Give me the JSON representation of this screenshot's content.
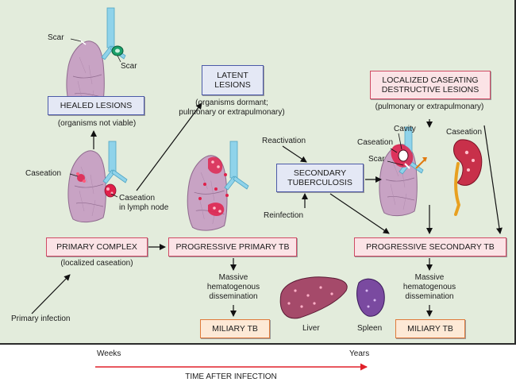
{
  "colors": {
    "panel_bg": "#e3ecdc",
    "lung": "#c8a3c4",
    "lung_lesion": "#e0204a",
    "trachea": "#8fd3ea",
    "liver": "#a54a6a",
    "spleen": "#7a4aa0",
    "kidney": "#c8304a",
    "time_arrow": "#e0202a",
    "pink_box_border": "#d04a64",
    "blue_box_border": "#4c5aa8"
  },
  "boxes": {
    "healed_lesions": "HEALED LESIONS",
    "latent_lesions": "LATENT\nLESIONS",
    "localized_caseating": "LOCALIZED CASEATING\nDESTRUCTIVE LESIONS",
    "secondary_tb": "SECONDARY\nTUBERCULOSIS",
    "primary_complex": "PRIMARY COMPLEX",
    "progressive_primary": "PROGRESSIVE PRIMARY TB",
    "progressive_secondary": "PROGRESSIVE SECONDARY TB",
    "miliary_left": "MILIARY TB",
    "miliary_right": "MILIARY TB"
  },
  "labels": {
    "scar_top": "Scar",
    "scar_node": "Scar",
    "organisms_not_viable": "(organisms not viable)",
    "organisms_dormant": "(organisms dormant;\npulmonary or extrapulmonary)",
    "pulmonary_or_extra": "(pulmonary or extrapulmonary)",
    "reactivation": "Reactivation",
    "reinfection": "Reinfection",
    "caseation_left": "Caseation",
    "caseation_lymph": "Caseation\nin lymph node",
    "localized_caseation": "(localized caseation)",
    "primary_infection": "Primary infection",
    "cavity": "Cavity",
    "caseation_mid": "Caseation",
    "scar_right": "Scar",
    "caseation_kidney": "Caseation",
    "massive_left": "Massive\nhematogenous\ndissemination",
    "massive_right": "Massive\nhematogenous\ndissemination",
    "liver": "Liver",
    "spleen": "Spleen"
  },
  "timeline": {
    "weeks": "Weeks",
    "years": "Years",
    "title": "TIME AFTER INFECTION"
  }
}
